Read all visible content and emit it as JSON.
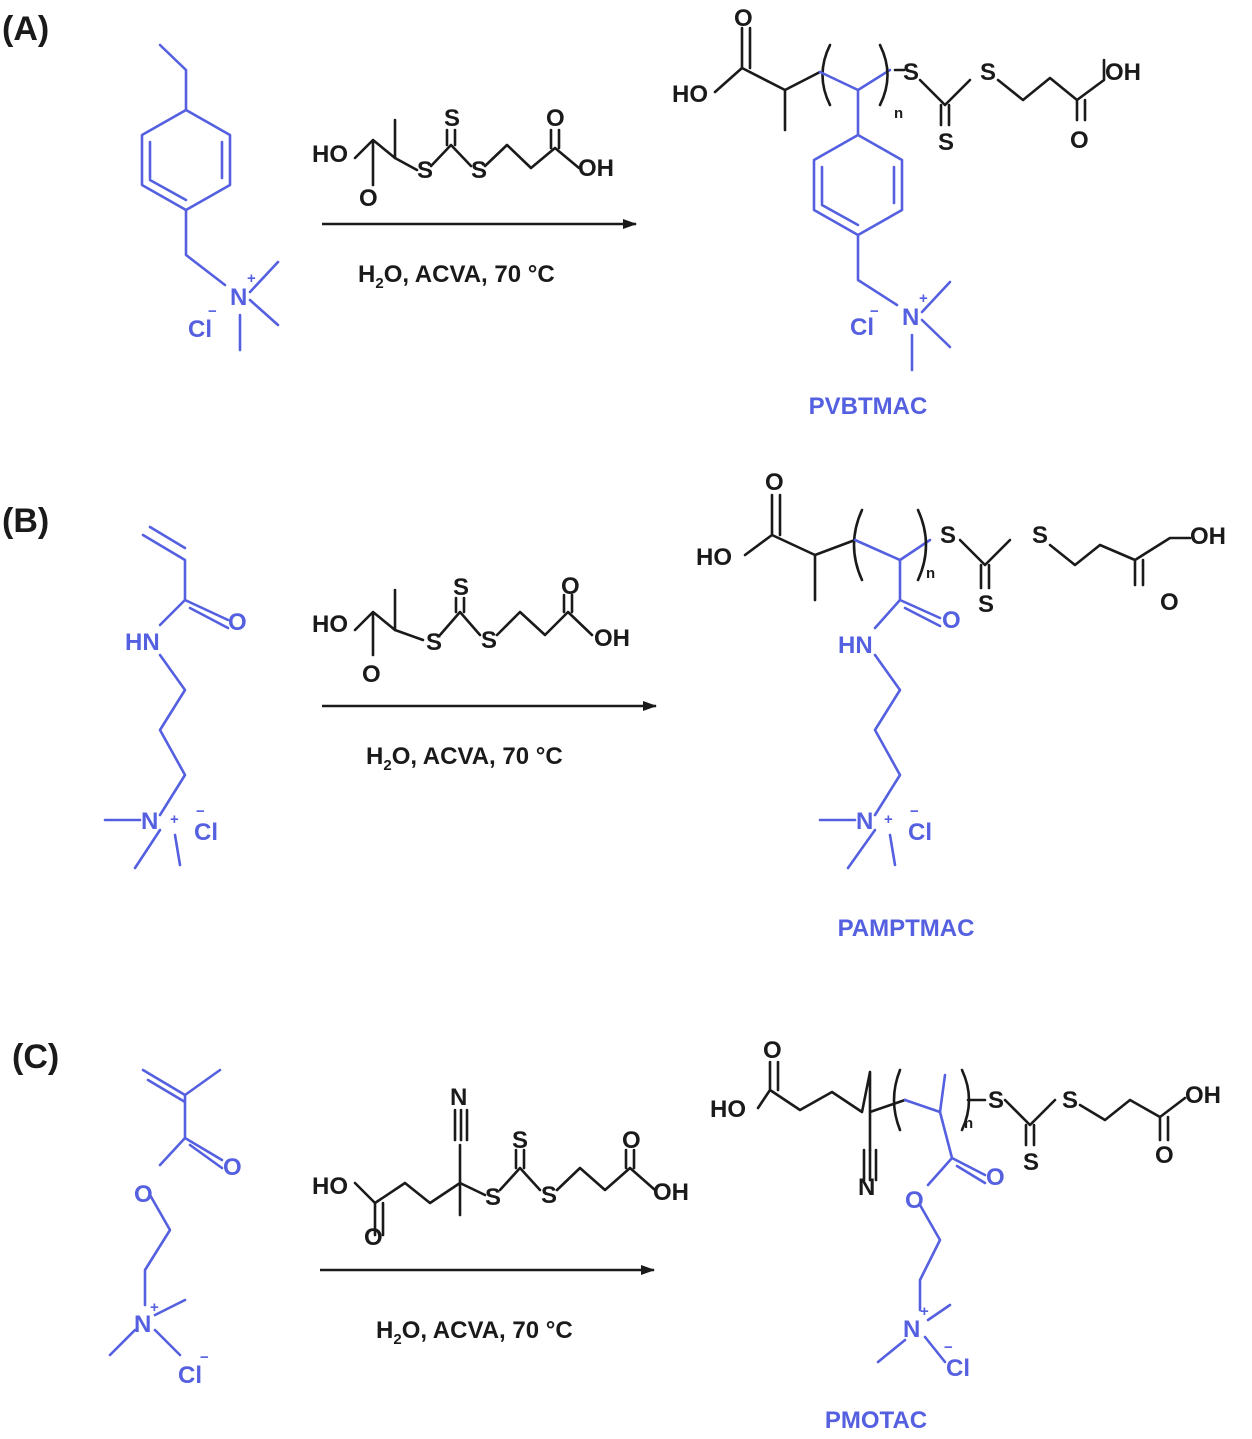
{
  "panels": [
    {
      "label": "(A)",
      "conditions": [
        "H",
        "2",
        "O, ACVA, 70 °C"
      ],
      "product": "PVBTMAC"
    },
    {
      "label": "(B)",
      "conditions": [
        "H",
        "2",
        "O, ACVA, 70 °C"
      ],
      "product": "PAMPTMAC"
    },
    {
      "label": "(C)",
      "conditions": [
        "H",
        "2",
        "O, ACVA, 70 °C"
      ],
      "product": "PMOTAC"
    }
  ],
  "atoms": {
    "HO": "HO",
    "OH": "OH",
    "O": "O",
    "S": "S",
    "N": "N",
    "HN": "HN",
    "Cl": "Cl",
    "n": "n",
    "plus": "+",
    "minus": "−"
  },
  "colors": {
    "monomer": "#5560e0",
    "reagent": "#1a1a1a"
  }
}
